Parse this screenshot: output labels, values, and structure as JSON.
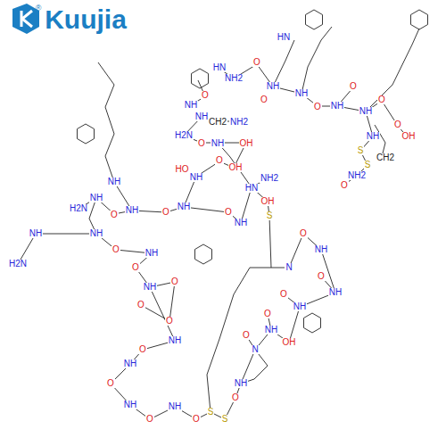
{
  "diagram": {
    "labels": [
      "®",
      "Kuujia",
      "HN",
      "HN",
      "NH2",
      "O",
      "NH",
      "O",
      "NH",
      "O",
      "NH",
      "O",
      "NH",
      "O",
      "NH",
      "O",
      "NH",
      "CH2",
      "NH2",
      "O",
      "OH",
      "NH",
      "H2N",
      "O",
      "NH",
      "OH",
      "S",
      "S",
      "CH2",
      "NH",
      "NH2",
      "O",
      "HO",
      "NH",
      "O",
      "OH",
      "HN",
      "NH2",
      "OH",
      "S",
      "H2N",
      "NH",
      "O",
      "NH",
      "O",
      "NH",
      "O",
      "NH",
      "NH",
      "H2N",
      "NH",
      "O",
      "NH",
      "O",
      "NH",
      "O",
      "O",
      "NH",
      "O",
      "N",
      "O",
      "NH",
      "O",
      "NH",
      "O",
      "NH",
      "O",
      "NH",
      "O",
      "NH",
      "O",
      "S",
      "S",
      "O",
      "NH",
      "N",
      "O",
      "NH",
      "O",
      "OH",
      "NH",
      "O"
    ]
  }
}
